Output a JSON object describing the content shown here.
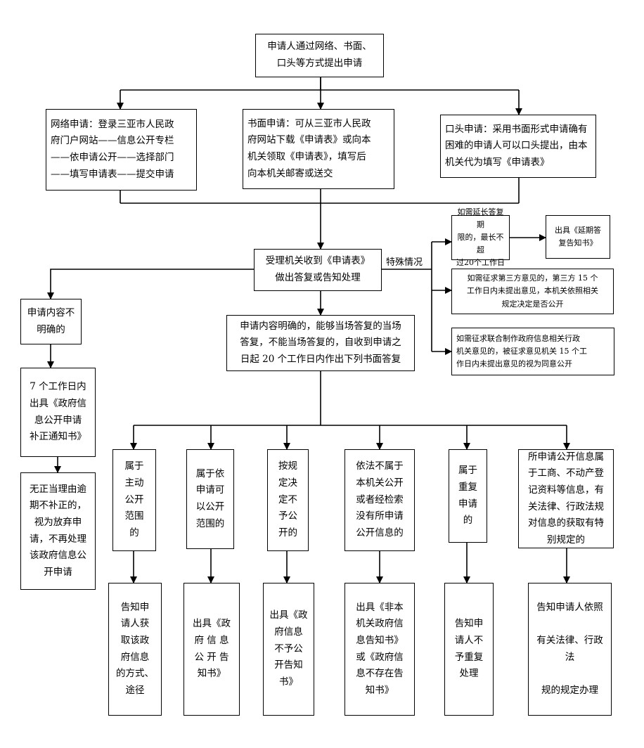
{
  "nodes": {
    "start": "申请人通过网络、书面、\n口头等方式提出申请",
    "online": "网络申请：登录三亚市人民政\n府门户网站——信息公开专栏\n——依申请公开——选择部门\n——填写申请表——提交申请",
    "written": "书面申请：可从三亚市人民政\n府网站下载《申请表》或向本\n机关领取《申请表》，填写后\n向本机关邮寄或送交",
    "oral": "口头申请：采用书面形式申请确有\n困难的申请人可以口头提出，由本\n机关代为填写《申请表》",
    "receive": "受理机关收到《申请表》\n做出答复或告知处理",
    "extend": "如需延长答复期\n限的，最长不超\n过20个工作日",
    "extend_notice": "出具《延期答\n复告知书》",
    "third_party": "如需征求第三方意见的，第三方 15 个\n工作日内未提出意见，本机关依照相关\n规定决定是否公开",
    "joint": "如需征求联合制作政府信息相关行政\n机关意见的，被征求意见机关 15 个工\n作日内未提出意见的视为同意公开",
    "unclear": "申请内容不\n明确的",
    "correction": "7 个工作日内\n出具《政府信\n息公开申请\n补正通知书》",
    "abandon": "无正当理由逾\n期不补正的，\n视为放弃申\n请，不再处理\n该政府信息公\n开申请",
    "clear": "申请内容明确的，能够当场答复的当场\n答复，不能当场答复的，自收到申请之\n日起 20 个工作日内作出下列书面答复",
    "c1": "属于\n主动\n公开\n范围\n的",
    "c2": "属于依\n申请可\n以公开\n范围的",
    "c3": "按规\n定决\n定不\n予公\n开的",
    "c4": "依法不属于\n本机关公开\n或者经检索\n没有所申请\n公开信息的",
    "c5": "属于\n重复\n申请\n的",
    "c6": "所申请公开信息属\n于工商、不动产登\n记资料等信息，有\n关法律、行政法规\n对信息的获取有特\n别规定的",
    "r1": "告知申\n请人获\n取该政\n府信息\n的方式、\n途径",
    "r2": "出具《政\n府 信 息\n公 开 告\n知书》",
    "r3": "出具《政\n府信息\n不予公\n开告知\n书》",
    "r4": "出具《非本\n机关政府信\n息告知书》\n或《政府信\n息不存在告\n知书》",
    "r5": "告知申\n请人不\n予重复\n处理",
    "r6": "告知申请人依照\n\n有关法律、行政法\n\n规的规定办理"
  },
  "edge_labels": {
    "special": "特殊情况"
  }
}
